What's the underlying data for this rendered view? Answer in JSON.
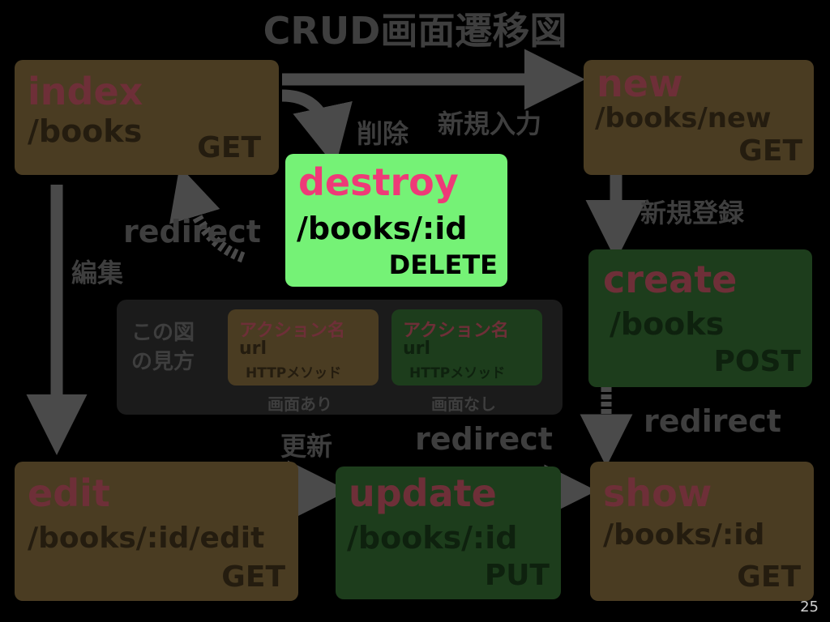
{
  "title": "CRUD画面遷移図",
  "nodes": {
    "index": {
      "name": "index",
      "path": "/books",
      "method": "GET"
    },
    "new": {
      "name": "new",
      "path": "/books/new",
      "method": "GET"
    },
    "destroy": {
      "name": "destroy",
      "path": "/books/:id",
      "method": "DELETE"
    },
    "create": {
      "name": "create",
      "path": "/books",
      "method": "POST"
    },
    "edit": {
      "name": "edit",
      "path": "/books/:id/edit",
      "method": "GET"
    },
    "update": {
      "name": "update",
      "path": "/books/:id",
      "method": "PUT"
    },
    "show": {
      "name": "show",
      "path": "/books/:id",
      "method": "GET"
    }
  },
  "edge_labels": {
    "new_input": "新規入力",
    "delete": "削除",
    "redirect_index": "redirect",
    "edit": "編集",
    "new_register": "新規登録",
    "redirect_show": "redirect",
    "update": "更新",
    "redirect_update": "redirect"
  },
  "legend": {
    "title_line1": "この図",
    "title_line2": "の見方",
    "box_action": "アクション名",
    "box_url": "url",
    "box_method": "HTTPメソッド",
    "with_screen": "画面あり",
    "without_screen": "画面なし"
  },
  "page_number": "25",
  "colors": {
    "screen_node": "#4a3c22",
    "no_screen_node": "#1d3d1c",
    "highlight_node": "#75f276",
    "highlight_name": "#ee3a78",
    "arrow": "#4a4a4a"
  }
}
